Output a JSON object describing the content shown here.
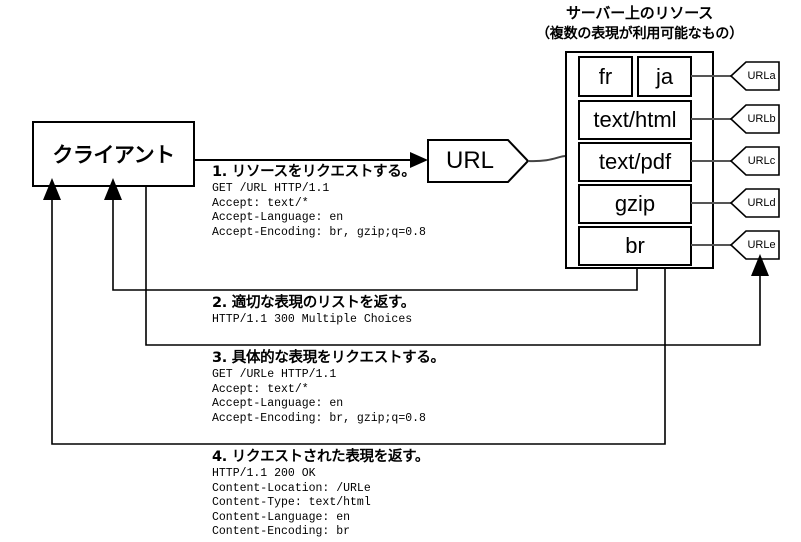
{
  "diagram": {
    "title": "HTTP content negotiation sequence",
    "colors": {
      "stroke": "#000000",
      "fill": "#ffffff",
      "text": "#000000",
      "softline": "#555555"
    },
    "server_group": {
      "heading_line1": "サーバー上のリソース",
      "heading_line2": "（複数の表現が利用可能なもの）",
      "representations": [
        {
          "name": "fr",
          "row": 0
        },
        {
          "name": "ja",
          "row": 0
        },
        {
          "name": "text/html",
          "row": 1
        },
        {
          "name": "text/pdf",
          "row": 2
        },
        {
          "name": "gzip",
          "row": 3
        },
        {
          "name": "br",
          "row": 4
        }
      ],
      "url_tags": [
        "URLa",
        "URLb",
        "URLc",
        "URLd",
        "URLe"
      ]
    },
    "client": {
      "label": "クライアント"
    },
    "url_node": {
      "label": "URL"
    },
    "steps": [
      {
        "id": "step-1",
        "title": "1. リソースをリクエストする。",
        "body": "GET /URL HTTP/1.1\nAccept: text/*\nAccept-Language: en\nAccept-Encoding: br, gzip;q=0.8"
      },
      {
        "id": "step-2",
        "title": "2. 適切な表現のリストを返す。",
        "body": "HTTP/1.1 300 Multiple Choices"
      },
      {
        "id": "step-3",
        "title": "3. 具体的な表現をリクエストする。",
        "body": "GET /URLe HTTP/1.1\nAccept: text/*\nAccept-Language: en\nAccept-Encoding: br, gzip;q=0.8"
      },
      {
        "id": "step-4",
        "title": "4. リクエストされた表現を返す。",
        "body": "HTTP/1.1 200 OK\nContent-Location: /URLe\nContent-Type: text/html\nContent-Language: en\nContent-Encoding: br"
      }
    ]
  }
}
